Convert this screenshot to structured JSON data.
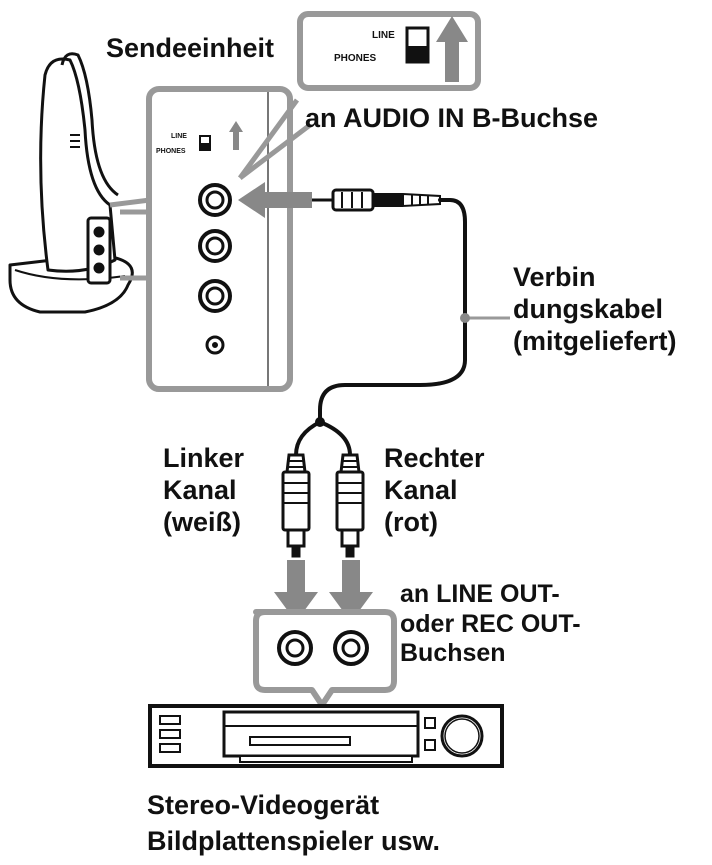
{
  "callout_switch": {
    "line": "LINE",
    "phones": "PHONES"
  },
  "panel_switch": {
    "line": "LINE",
    "phones": "PHONES"
  },
  "labels": {
    "transmitter": "Sendeeinheit",
    "audio_in": "an AUDIO IN B-Buchse",
    "cable": [
      "Verbin",
      "dungskabel",
      "(mitgeliefert)"
    ],
    "left_channel": [
      "Linker",
      "Kanal",
      "(weiß)"
    ],
    "right_channel": [
      "Rechter",
      "Kanal",
      "(rot)"
    ],
    "line_out": [
      "an LINE OUT-",
      "oder REC OUT-",
      "Buchsen"
    ],
    "device": [
      "Stereo-Videogerät",
      "Bildplattenspieler usw."
    ]
  }
}
